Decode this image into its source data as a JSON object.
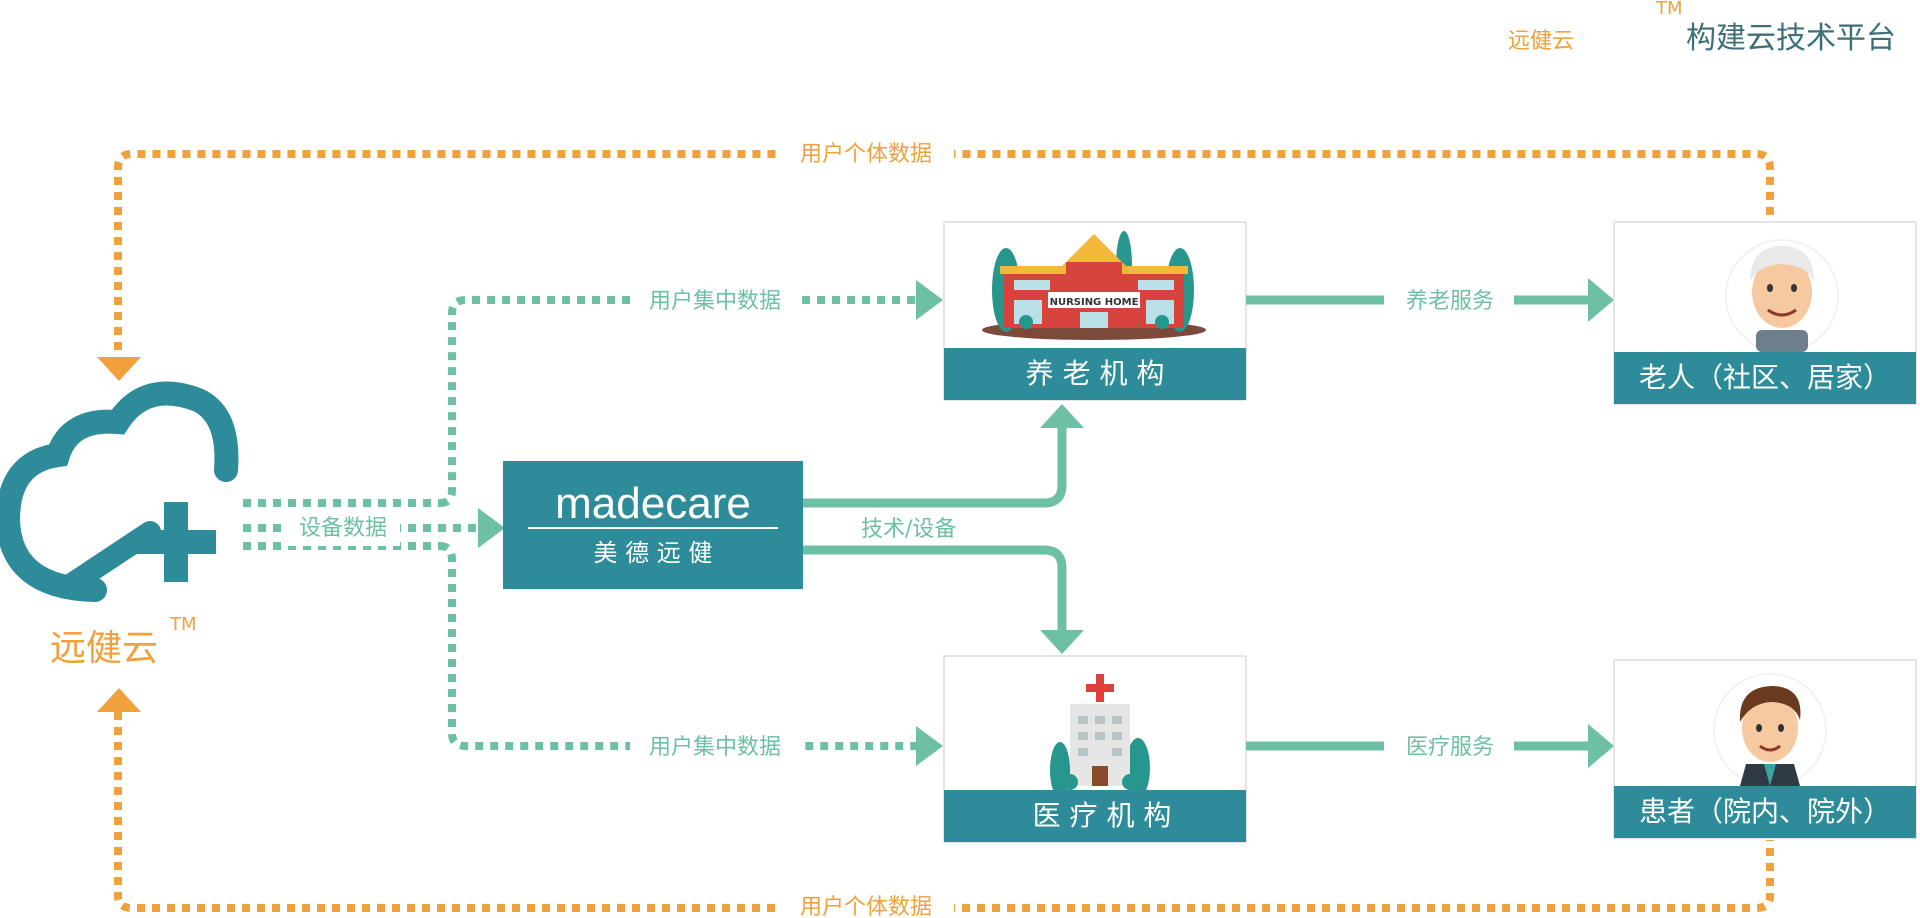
{
  "header": {
    "brand": "远健云",
    "tm": "TM",
    "tagline": "构建云技术平台"
  },
  "cloud_logo": {
    "label": "远健云",
    "tm": "TM"
  },
  "flows": {
    "device_data": "设备数据",
    "user_central_top": "用户集中数据",
    "user_central_bottom": "用户集中数据",
    "user_individual_top": "用户个体数据",
    "user_individual_bottom": "用户个体数据",
    "tech_device": "技术/设备",
    "elderly_service": "养老服务",
    "medical_service": "医疗服务"
  },
  "madecare": {
    "logo": "madecare",
    "subtitle": "美 德 远 健"
  },
  "nursing": {
    "title": "养 老 机 构",
    "sign": "NURSING HOME"
  },
  "medical": {
    "title": "医 疗 机 构"
  },
  "elderly": {
    "title": "老人（社区、居家）"
  },
  "patient": {
    "title": "患者（院内、院外）"
  },
  "colors": {
    "orange": "#f0a13c",
    "green": "#6ec0a2",
    "teal": "#2d8b9a"
  }
}
